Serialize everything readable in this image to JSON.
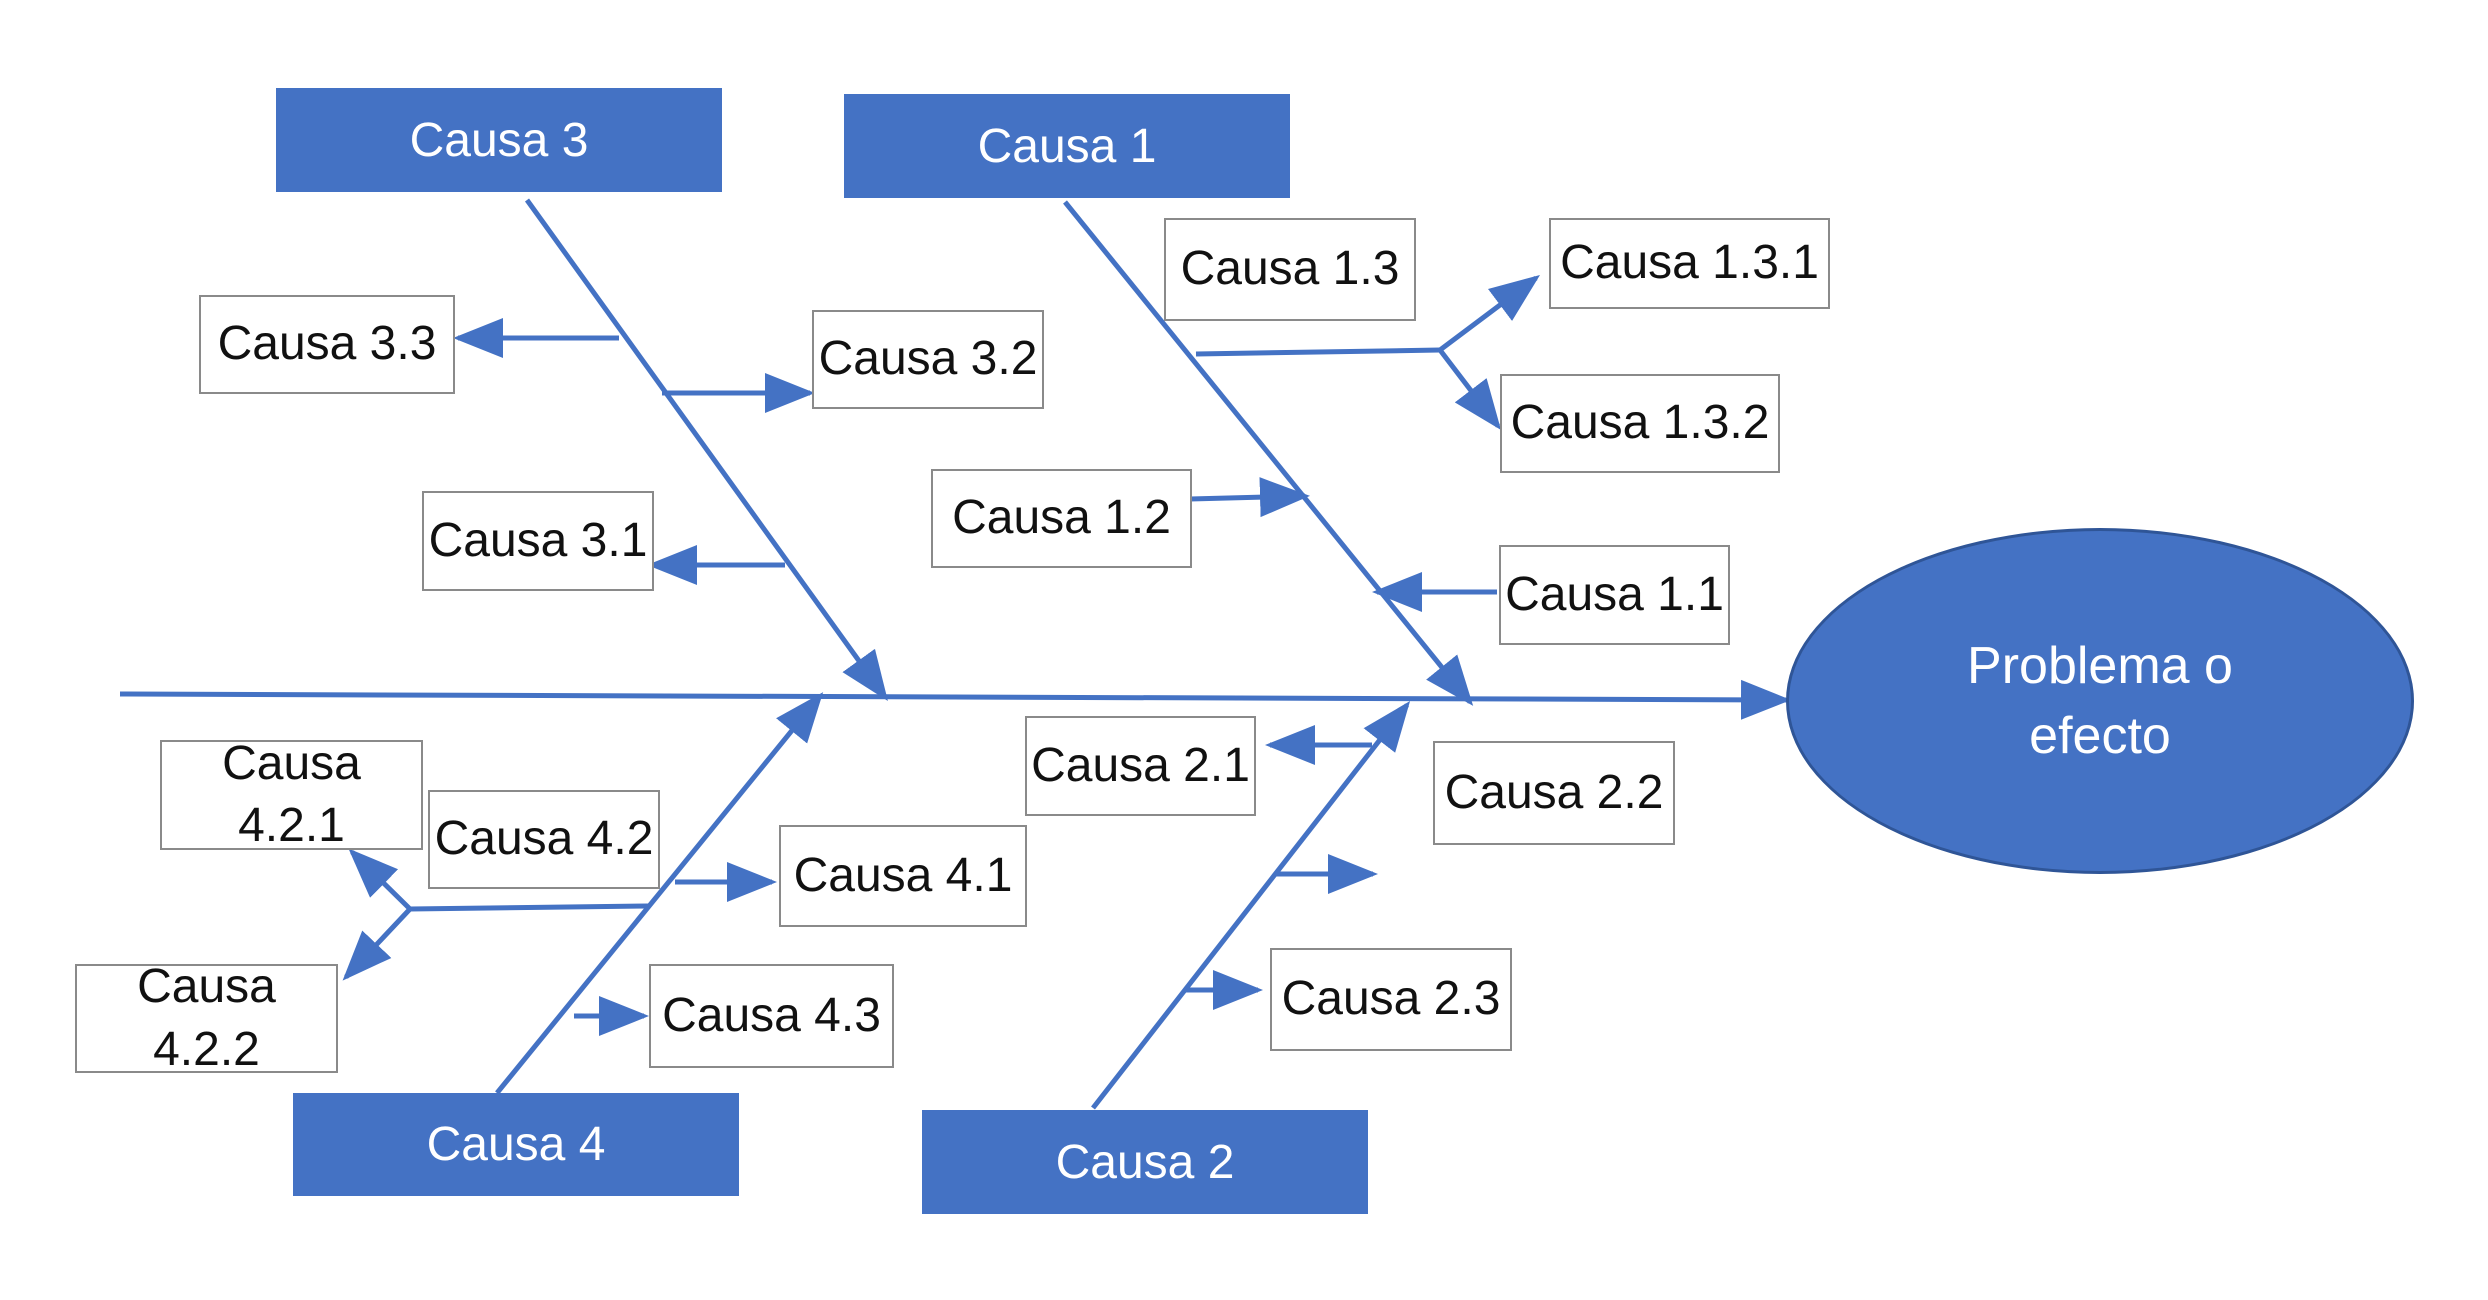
{
  "colors": {
    "accent": "#4472C4",
    "line": "#4472C4",
    "box_border": "#8a8a8a",
    "effect_border": "#2f5597"
  },
  "effect": {
    "label": "Problema o efecto"
  },
  "main_causes": {
    "c1": "Causa 1",
    "c2": "Causa 2",
    "c3": "Causa 3",
    "c4": "Causa 4"
  },
  "sub_causes": {
    "c1_1": "Causa 1.1",
    "c1_2": "Causa 1.2",
    "c1_3": "Causa 1.3",
    "c1_3_1": "Causa 1.3.1",
    "c1_3_2": "Causa 1.3.2",
    "c2_1": "Causa 2.1",
    "c2_2": "Causa 2.2",
    "c2_3": "Causa 2.3",
    "c3_1": "Causa 3.1",
    "c3_2": "Causa 3.2",
    "c3_3": "Causa 3.3",
    "c4_1": "Causa 4.1",
    "c4_2": "Causa 4.2",
    "c4_2_1": "Causa 4.2.1",
    "c4_2_2": "Causa 4.2.2",
    "c4_3": "Causa 4.3"
  }
}
